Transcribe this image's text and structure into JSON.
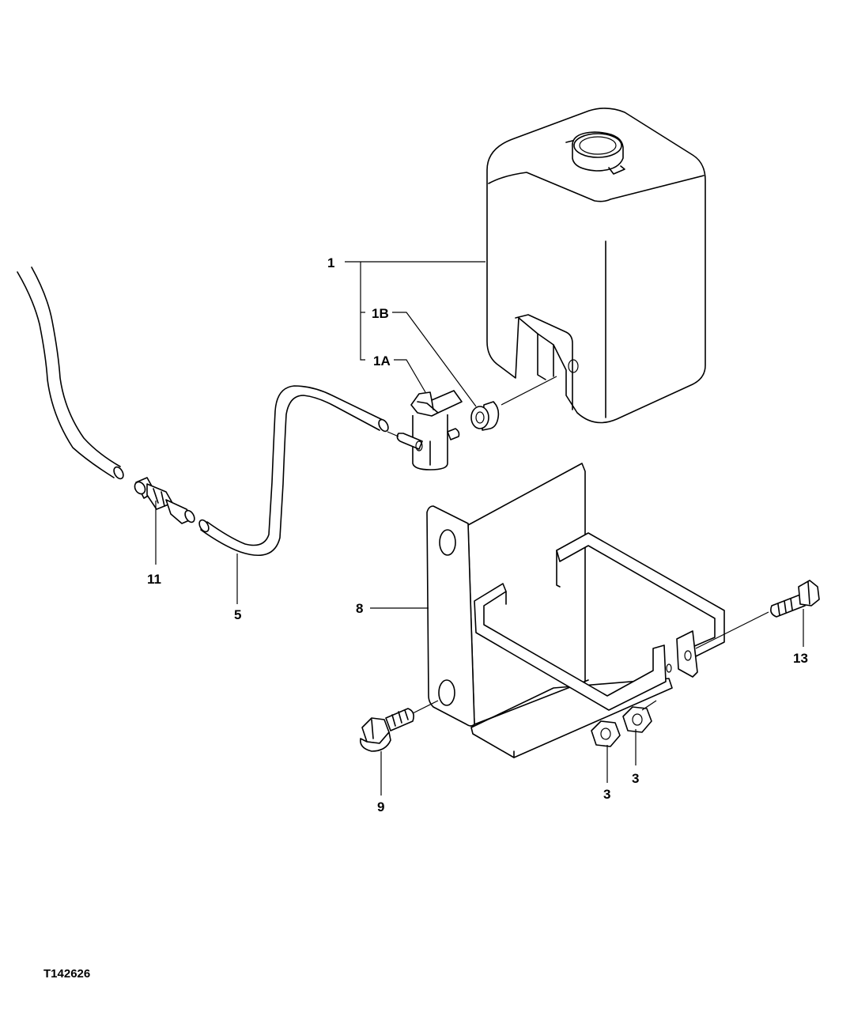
{
  "callouts": {
    "c1": "1",
    "c1b": "1B",
    "c1a": "1A",
    "c11": "11",
    "c5": "5",
    "c8": "8",
    "c13": "13",
    "c9": "9",
    "c3a": "3",
    "c3b": "3"
  },
  "figure_ref": "T142626"
}
